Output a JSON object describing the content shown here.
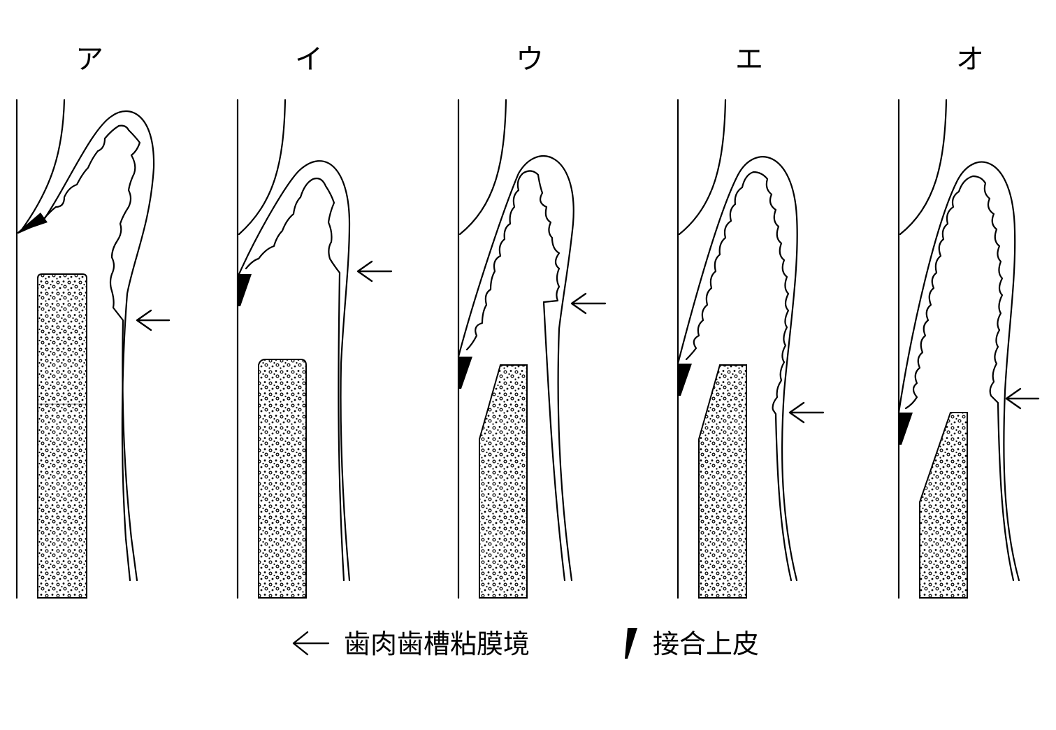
{
  "panels": [
    {
      "label": "ア"
    },
    {
      "label": "イ"
    },
    {
      "label": "ウ"
    },
    {
      "label": "エ"
    },
    {
      "label": "オ"
    }
  ],
  "legend": {
    "mgj_label": "歯肉歯槽粘膜境",
    "je_label": "接合上皮"
  }
}
